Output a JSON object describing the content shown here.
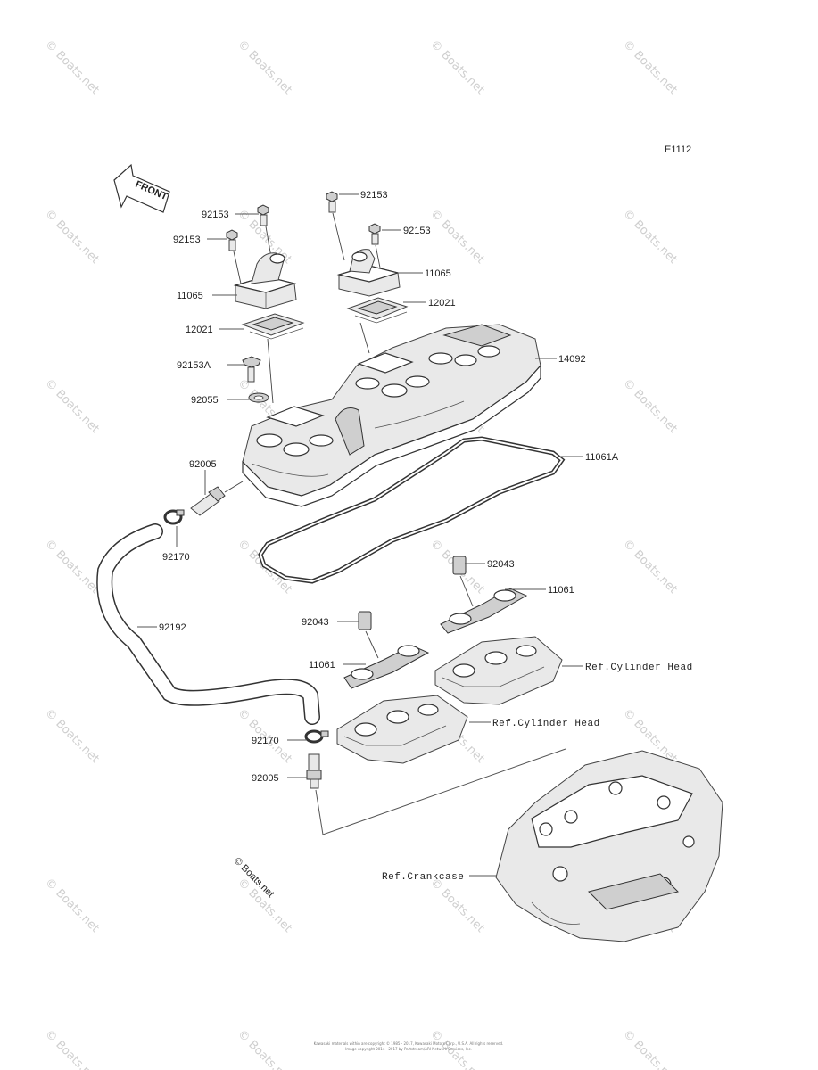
{
  "diagram_code": "E1112",
  "front_arrow_label": "FRONT",
  "labels": {
    "p92153_a": "92153",
    "p92153_b": "92153",
    "p92153_c": "92153",
    "p92153_d": "92153",
    "p11065_left": "11065",
    "p11065_right": "11065",
    "p12021_left": "12021",
    "p12021_right": "12021",
    "p14092": "14092",
    "p92153A": "92153A",
    "p92055": "92055",
    "p92005_top": "92005",
    "p92005_bottom": "92005",
    "p11061A": "11061A",
    "p92170_top": "92170",
    "p92170_bottom": "92170",
    "p92043_right": "92043",
    "p92043_left": "92043",
    "p11061_right": "11061",
    "p11061_left": "11061",
    "p92192": "92192",
    "ref_cyl_head_right": "Ref.Cylinder Head",
    "ref_cyl_head_left": "Ref.Cylinder Head",
    "ref_crankcase": "Ref.Crankcase"
  },
  "watermark": "© Boats.net",
  "footer": {
    "line1": "Kawasaki materials within are copyright © 1985 - 2017, Kawasaki Motors Corp., U.S.A.  All rights reserved.",
    "line2": "Image copyright 2014 - 2017 by Partstream/ARI Network Services, Inc."
  }
}
